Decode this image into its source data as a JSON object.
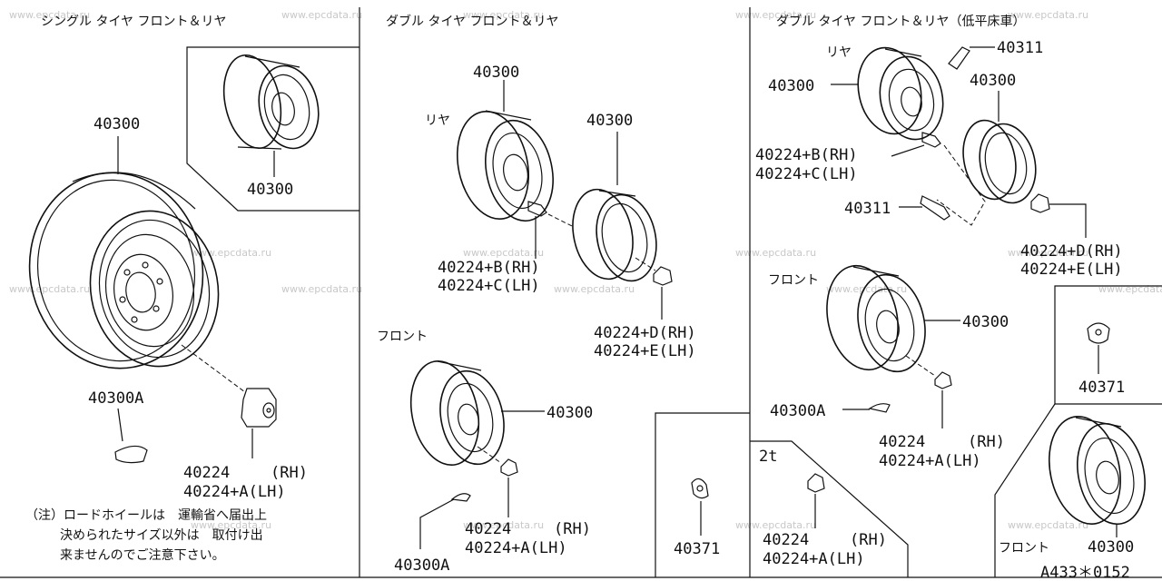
{
  "sections": {
    "single_title": "シングル タイヤ フロント＆リヤ",
    "double_title": "ダブル タイヤ フロント＆リヤ",
    "lowfloor_title": "ダブル タイヤ フロント＆リヤ（低平床車）"
  },
  "labels": {
    "rear": "リヤ",
    "front": "フロント",
    "two_t": "2t"
  },
  "parts": {
    "p40300": "40300",
    "p40300A": "40300A",
    "p40311": "40311",
    "p40371": "40371",
    "p40224": "40224",
    "p40224A_lh": "40224+A(LH)",
    "p40224B_rh": "40224+B(RH)",
    "p40224C_lh": "40224+C(LH)",
    "p40224D_rh": "40224+D(RH)",
    "p40224E_lh": "40224+E(LH)",
    "rh_suffix": "(RH)"
  },
  "note": {
    "line1": "（注）ロードホイールは　運輸省へ届出上",
    "line2": "決められたサイズ以外は　取付け出",
    "line3": "来ませんのでご注意下さい。"
  },
  "watermark": "www.epcdata.ru",
  "footer_code": "A433＊0152"
}
